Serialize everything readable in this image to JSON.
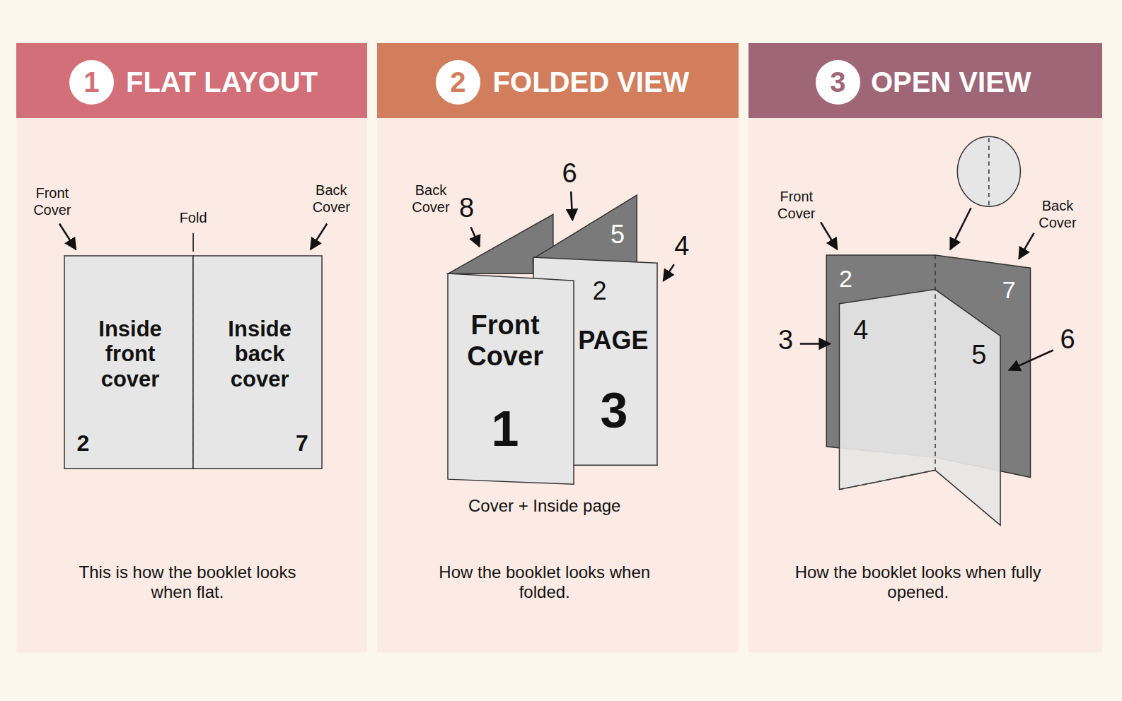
{
  "diagram": {
    "nodes": [
      {
        "text": [
          "FLAT LAYOUT"
        ]
      },
      {
        "text": [
          "1"
        ],
        "in": 0
      },
      {
        "text": [
          "FOLDED VIEW"
        ]
      },
      {
        "text": [
          "2"
        ],
        "in": 2
      },
      {
        "text": [
          "OPEN VIEW"
        ]
      },
      {
        "text": [
          "3"
        ],
        "in": 4
      },
      {
        "text": [
          "This is how the booklet looks when flat."
        ]
      },
      {
        "text": [
          "Inside front cover",
          "2"
        ],
        "in": 6
      },
      {
        "text": [
          "Inside back cover",
          "7"
        ],
        "in": 6
      },
      {
        "text": [
          "How the booklet looks when folded."
        ]
      },
      {
        "text": [
          "2",
          "PAGE",
          "3"
        ],
        "in": 9
      },
      {
        "text": [
          "Front Cover",
          "1"
        ],
        "in": 9
      },
      {
        "text": [
          "How the booklet looks when fully opened."
        ]
      }
    ],
    "labels": [
      "Front Cover",
      "Fold",
      "Back Cover",
      "Back Cover",
      "8",
      "6",
      "5",
      "4",
      "Cover + Inside page",
      "Front Cover",
      "Back Cover",
      "2",
      "7",
      "3",
      "4",
      "5",
      "6"
    ]
  }
}
